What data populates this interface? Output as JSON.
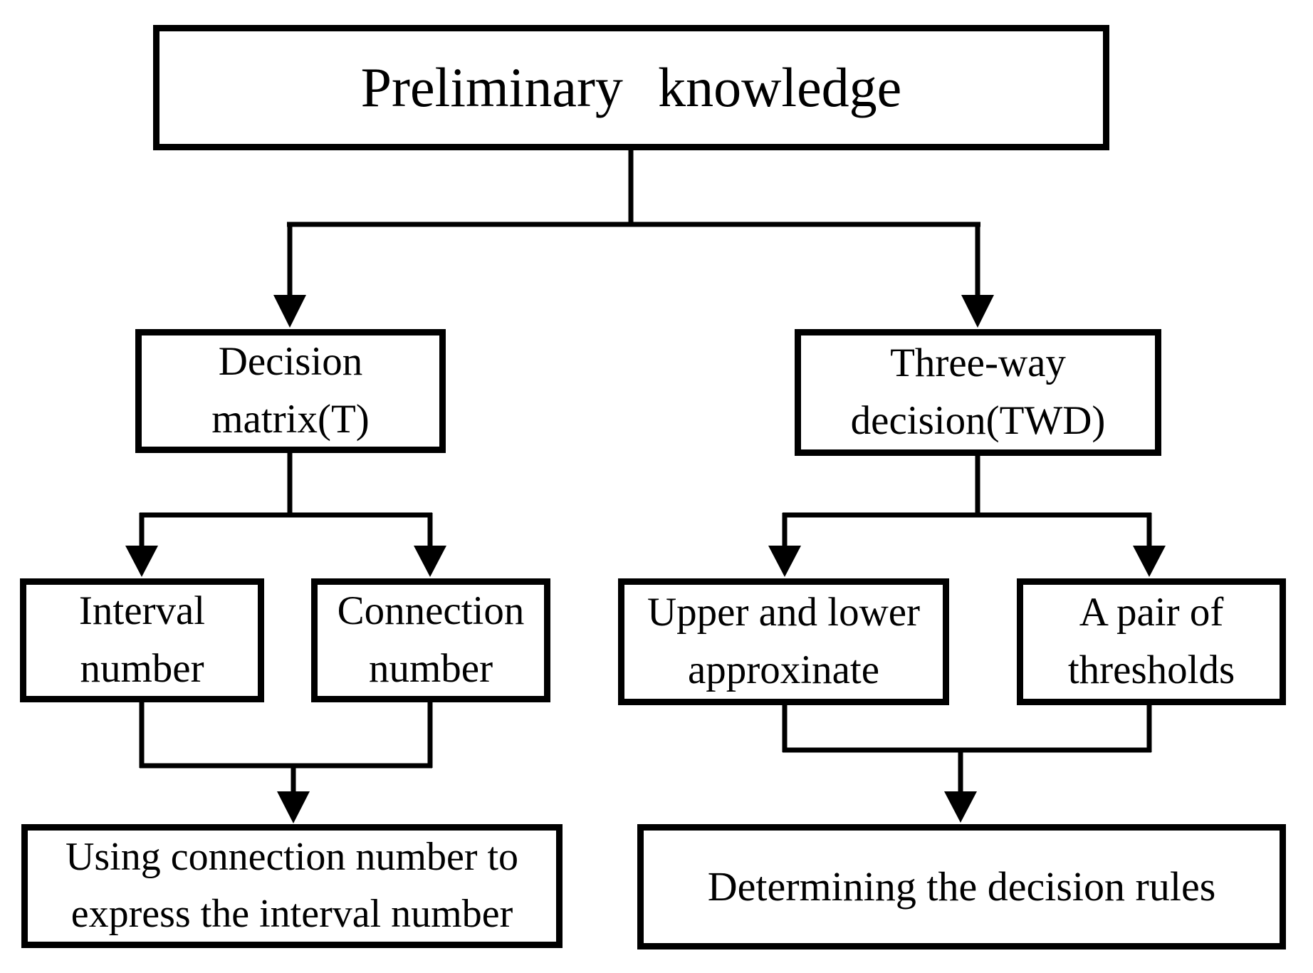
{
  "figure": {
    "background_color": "#ffffff",
    "ink_color": "#000000",
    "nodes": {
      "root": {
        "lines": [
          "Preliminary knowledge"
        ]
      },
      "decision": {
        "lines": [
          "Decision",
          "matrix(T)"
        ]
      },
      "twd": {
        "lines": [
          "Three-way",
          "decision(TWD)"
        ]
      },
      "interval": {
        "lines": [
          "Interval",
          "number"
        ]
      },
      "connection": {
        "lines": [
          "Connection",
          "number"
        ]
      },
      "upperlower": {
        "lines": [
          "Upper and lower",
          "approxinate"
        ]
      },
      "thresholds": {
        "lines": [
          "A pair of",
          "thresholds"
        ]
      },
      "usingconn": {
        "lines": [
          "Using connection number to",
          "express the interval number"
        ]
      },
      "determining": {
        "lines": [
          "Determining the decision rules"
        ]
      }
    }
  }
}
